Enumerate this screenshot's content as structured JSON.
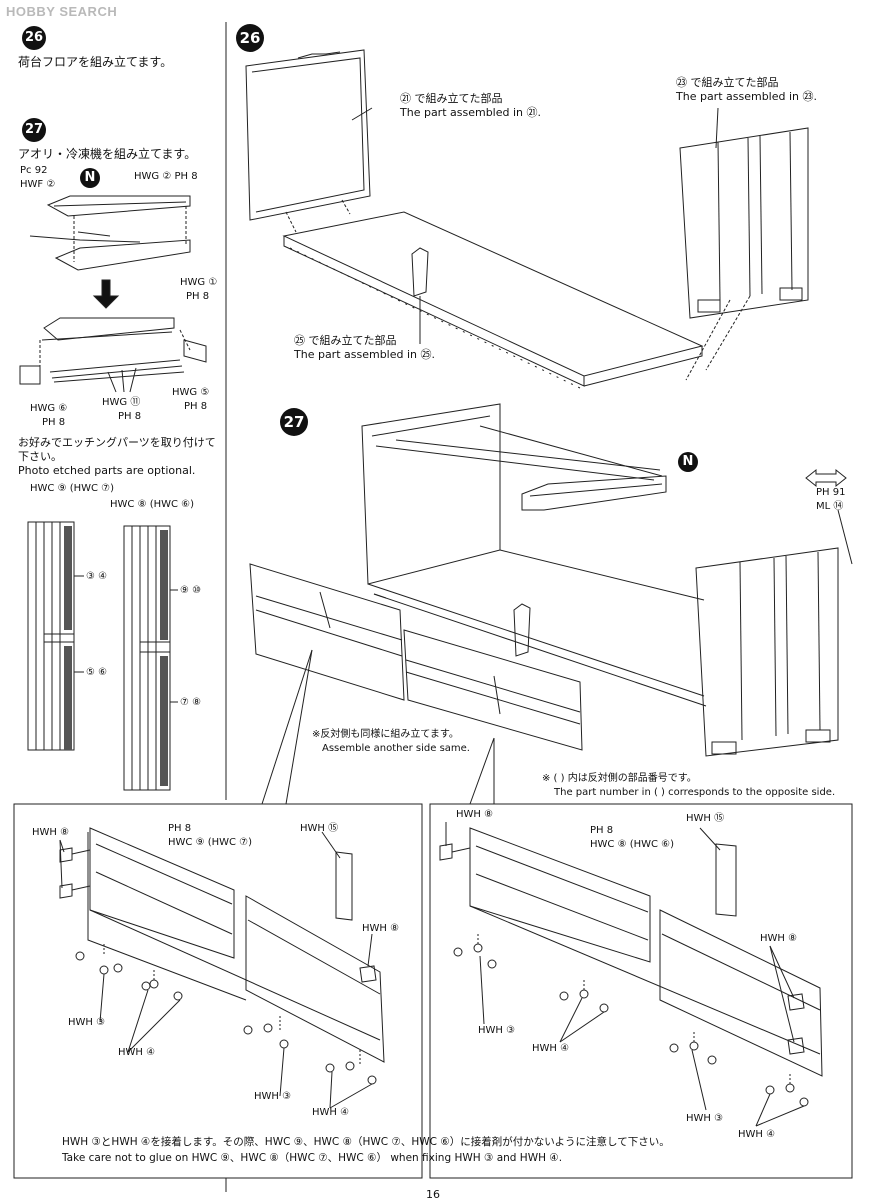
{
  "watermark": "HOBBY SEARCH",
  "left_column": {
    "step26": {
      "number": "26",
      "text_jp": "荷台フロアを組み立てます。"
    },
    "step27": {
      "number": "27",
      "text_jp": "アオリ・冷凍機を組み立てます。",
      "label_pc": "Pc 92",
      "label_hwf": "HWF ②",
      "label_hwg2": "HWG ② PH 8",
      "label_hwg1": "HWG ①",
      "label_ph8_a": "PH 8",
      "label_hwg5": "HWG ⑤",
      "label_ph8_b": "PH 8",
      "label_hwg6": "HWG ⑥",
      "label_ph8_c": "PH 8",
      "label_hwg11": "HWG ⑪",
      "label_ph8_d": "PH 8",
      "badge": "N"
    },
    "optional_jp_1": "お好みでエッチングパーツを取り付けて",
    "optional_jp_2": "下さい。",
    "optional_en": "Photo etched parts are optional.",
    "hwc9_label": "HWC ⑨ (HWC ⑦)",
    "hwc8_label": "HWC ⑧ (HWC ⑥)",
    "part_34": "③ ④",
    "part_56": "⑤ ⑥",
    "part_910": "⑨ ⑩",
    "part_78": "⑦ ⑧"
  },
  "right_top": {
    "step_number": "26",
    "ref21_jp": "㉑ で組み立てた部品",
    "ref21_en": "The part assembled in ㉑.",
    "ref23_jp": "㉓ で組み立てた部品",
    "ref23_en": "The part assembled in ㉓.",
    "ref25_jp": "㉕ で組み立てた部品",
    "ref25_en": "The part assembled in ㉕."
  },
  "right_mid": {
    "step_number": "27",
    "badge": "N",
    "ph91": "PH 91",
    "ml14": "ML ⑭",
    "note_jp": "※反対側も同様に組み立てます。",
    "note_en": "Assemble another side same.",
    "paren_jp": "※ (   ) 内は反対側の部品番号です。",
    "paren_en": "The part number in (   ) corresponds to the opposite side."
  },
  "bottom_left": {
    "hwh8_a": "HWH ⑧",
    "ph8": "PH 8",
    "hwc": "HWC ⑨ (HWC ⑦)",
    "hwh15": "HWH ⑮",
    "hwh8_b": "HWH ⑧",
    "hwh3_a": "HWH ③",
    "hwh4_a": "HWH ④",
    "hwh3_b": "HWH ③",
    "hwh4_b": "HWH ④"
  },
  "bottom_right": {
    "hwh8_a": "HWH ⑧",
    "ph8": "PH 8",
    "hwc": "HWC ⑧ (HWC ⑥)",
    "hwh15": "HWH ⑮",
    "hwh8_b": "HWH ⑧",
    "hwh3_a": "HWH ③",
    "hwh4_a": "HWH ④",
    "hwh3_b": "HWH ③",
    "hwh4_b": "HWH ④"
  },
  "footer_note_jp": "HWH ③とHWH ④を接着します。その際、HWC ⑨、HWC ⑧（HWC ⑦、HWC ⑥）に接着剤が付かないように注意して下さい。",
  "footer_note_en": "Take care not to glue on HWC ⑨、HWC ⑧（HWC ⑦、HWC ⑥） when fixing HWH ③ and HWH ④.",
  "page_number": "16"
}
